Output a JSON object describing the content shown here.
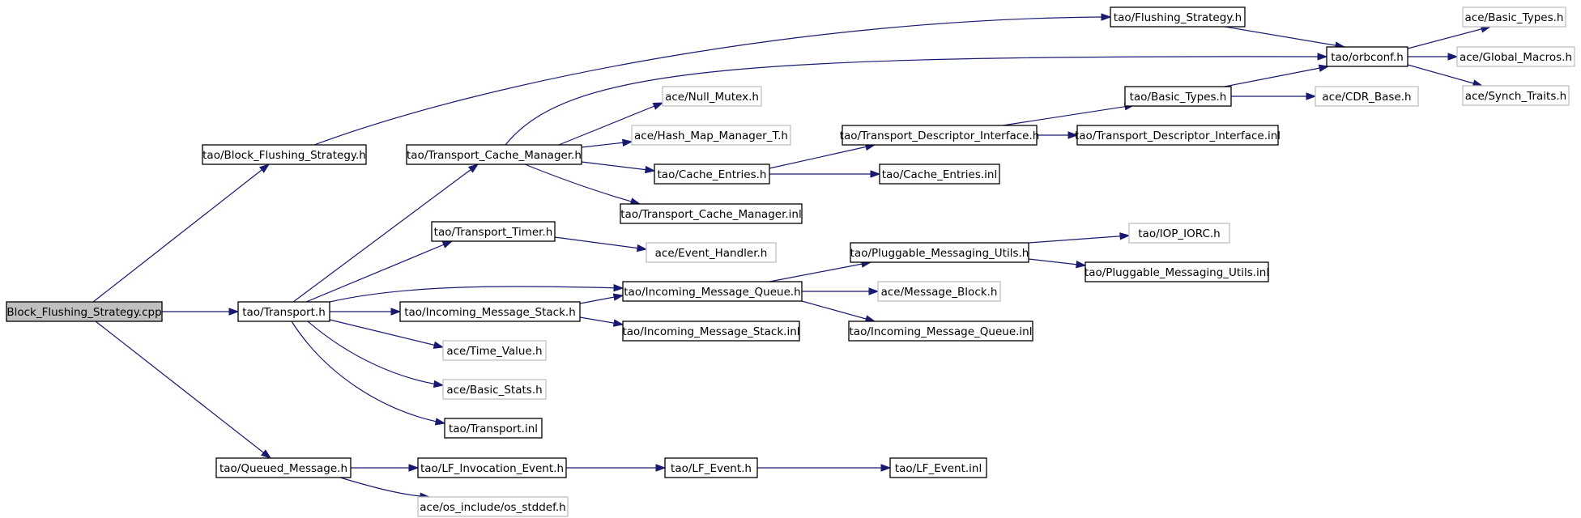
{
  "graph": {
    "colors": {
      "edge": "#191970",
      "root_fill": "#c0c0c0",
      "documented_border": "#000000",
      "undocumented_border": "#bfbfbf",
      "node_fill": "#ffffff"
    },
    "nodes": [
      {
        "id": "root",
        "label": "Block_Flushing_Strategy.cpp",
        "style": "root"
      },
      {
        "id": "bfs_h",
        "label": "tao/Block_Flushing_Strategy.h",
        "style": "documented"
      },
      {
        "id": "transport_h",
        "label": "tao/Transport.h",
        "style": "documented"
      },
      {
        "id": "queued_msg",
        "label": "tao/Queued_Message.h",
        "style": "documented"
      },
      {
        "id": "flushing_strategy",
        "label": "tao/Flushing_Strategy.h",
        "style": "documented"
      },
      {
        "id": "orbconf",
        "label": "tao/orbconf.h",
        "style": "documented"
      },
      {
        "id": "ace_basic_types",
        "label": "ace/Basic_Types.h",
        "style": "undocumented"
      },
      {
        "id": "ace_global_macros",
        "label": "ace/Global_Macros.h",
        "style": "undocumented"
      },
      {
        "id": "ace_synch_traits",
        "label": "ace/Synch_Traits.h",
        "style": "undocumented"
      },
      {
        "id": "tcm_h",
        "label": "tao/Transport_Cache_Manager.h",
        "style": "documented"
      },
      {
        "id": "null_mutex",
        "label": "ace/Null_Mutex.h",
        "style": "undocumented"
      },
      {
        "id": "hash_map",
        "label": "ace/Hash_Map_Manager_T.h",
        "style": "undocumented"
      },
      {
        "id": "cache_entries_h",
        "label": "tao/Cache_Entries.h",
        "style": "documented"
      },
      {
        "id": "tcm_inl",
        "label": "tao/Transport_Cache_Manager.inl",
        "style": "documented"
      },
      {
        "id": "tdi_h",
        "label": "tao/Transport_Descriptor_Interface.h",
        "style": "documented"
      },
      {
        "id": "tao_basic_types",
        "label": "tao/Basic_Types.h",
        "style": "documented"
      },
      {
        "id": "cdr_base",
        "label": "ace/CDR_Base.h",
        "style": "undocumented"
      },
      {
        "id": "tdi_inl",
        "label": "tao/Transport_Descriptor_Interface.inl",
        "style": "documented"
      },
      {
        "id": "cache_entries_inl",
        "label": "tao/Cache_Entries.inl",
        "style": "documented"
      },
      {
        "id": "transport_timer",
        "label": "tao/Transport_Timer.h",
        "style": "documented"
      },
      {
        "id": "event_handler",
        "label": "ace/Event_Handler.h",
        "style": "undocumented"
      },
      {
        "id": "imq_h",
        "label": "tao/Incoming_Message_Queue.h",
        "style": "documented"
      },
      {
        "id": "pmu_h",
        "label": "tao/Pluggable_Messaging_Utils.h",
        "style": "documented"
      },
      {
        "id": "iop_iorc",
        "label": "tao/IOP_IORC.h",
        "style": "undocumented"
      },
      {
        "id": "pmu_inl",
        "label": "tao/Pluggable_Messaging_Utils.inl",
        "style": "documented"
      },
      {
        "id": "message_block",
        "label": "ace/Message_Block.h",
        "style": "undocumented"
      },
      {
        "id": "imq_inl",
        "label": "tao/Incoming_Message_Queue.inl",
        "style": "documented"
      },
      {
        "id": "ims_h",
        "label": "tao/Incoming_Message_Stack.h",
        "style": "documented"
      },
      {
        "id": "ims_inl",
        "label": "tao/Incoming_Message_Stack.inl",
        "style": "documented"
      },
      {
        "id": "time_value",
        "label": "ace/Time_Value.h",
        "style": "undocumented"
      },
      {
        "id": "basic_stats",
        "label": "ace/Basic_Stats.h",
        "style": "undocumented"
      },
      {
        "id": "transport_inl",
        "label": "tao/Transport.inl",
        "style": "documented"
      },
      {
        "id": "lf_invocation",
        "label": "tao/LF_Invocation_Event.h",
        "style": "documented"
      },
      {
        "id": "lf_event_h",
        "label": "tao/LF_Event.h",
        "style": "documented"
      },
      {
        "id": "lf_event_inl",
        "label": "tao/LF_Event.inl",
        "style": "documented"
      },
      {
        "id": "os_stddef",
        "label": "ace/os_include/os_stddef.h",
        "style": "undocumented"
      }
    ],
    "edges": [
      [
        "root",
        "bfs_h"
      ],
      [
        "root",
        "transport_h"
      ],
      [
        "root",
        "queued_msg"
      ],
      [
        "bfs_h",
        "flushing_strategy"
      ],
      [
        "flushing_strategy",
        "orbconf"
      ],
      [
        "orbconf",
        "ace_basic_types"
      ],
      [
        "orbconf",
        "ace_global_macros"
      ],
      [
        "orbconf",
        "ace_synch_traits"
      ],
      [
        "transport_h",
        "tcm_h"
      ],
      [
        "tcm_h",
        "orbconf"
      ],
      [
        "tcm_h",
        "null_mutex"
      ],
      [
        "tcm_h",
        "hash_map"
      ],
      [
        "tcm_h",
        "cache_entries_h"
      ],
      [
        "tcm_h",
        "tcm_inl"
      ],
      [
        "cache_entries_h",
        "tdi_h"
      ],
      [
        "cache_entries_h",
        "cache_entries_inl"
      ],
      [
        "tdi_h",
        "tao_basic_types"
      ],
      [
        "tdi_h",
        "tdi_inl"
      ],
      [
        "tao_basic_types",
        "orbconf"
      ],
      [
        "tao_basic_types",
        "cdr_base"
      ],
      [
        "transport_h",
        "transport_timer"
      ],
      [
        "transport_timer",
        "event_handler"
      ],
      [
        "transport_h",
        "imq_h"
      ],
      [
        "transport_h",
        "ims_h"
      ],
      [
        "transport_h",
        "time_value"
      ],
      [
        "transport_h",
        "basic_stats"
      ],
      [
        "transport_h",
        "transport_inl"
      ],
      [
        "imq_h",
        "pmu_h"
      ],
      [
        "imq_h",
        "message_block"
      ],
      [
        "imq_h",
        "imq_inl"
      ],
      [
        "pmu_h",
        "iop_iorc"
      ],
      [
        "pmu_h",
        "pmu_inl"
      ],
      [
        "ims_h",
        "imq_h"
      ],
      [
        "ims_h",
        "ims_inl"
      ],
      [
        "queued_msg",
        "lf_invocation"
      ],
      [
        "queued_msg",
        "os_stddef"
      ],
      [
        "lf_invocation",
        "lf_event_h"
      ],
      [
        "lf_event_h",
        "lf_event_inl"
      ]
    ]
  }
}
